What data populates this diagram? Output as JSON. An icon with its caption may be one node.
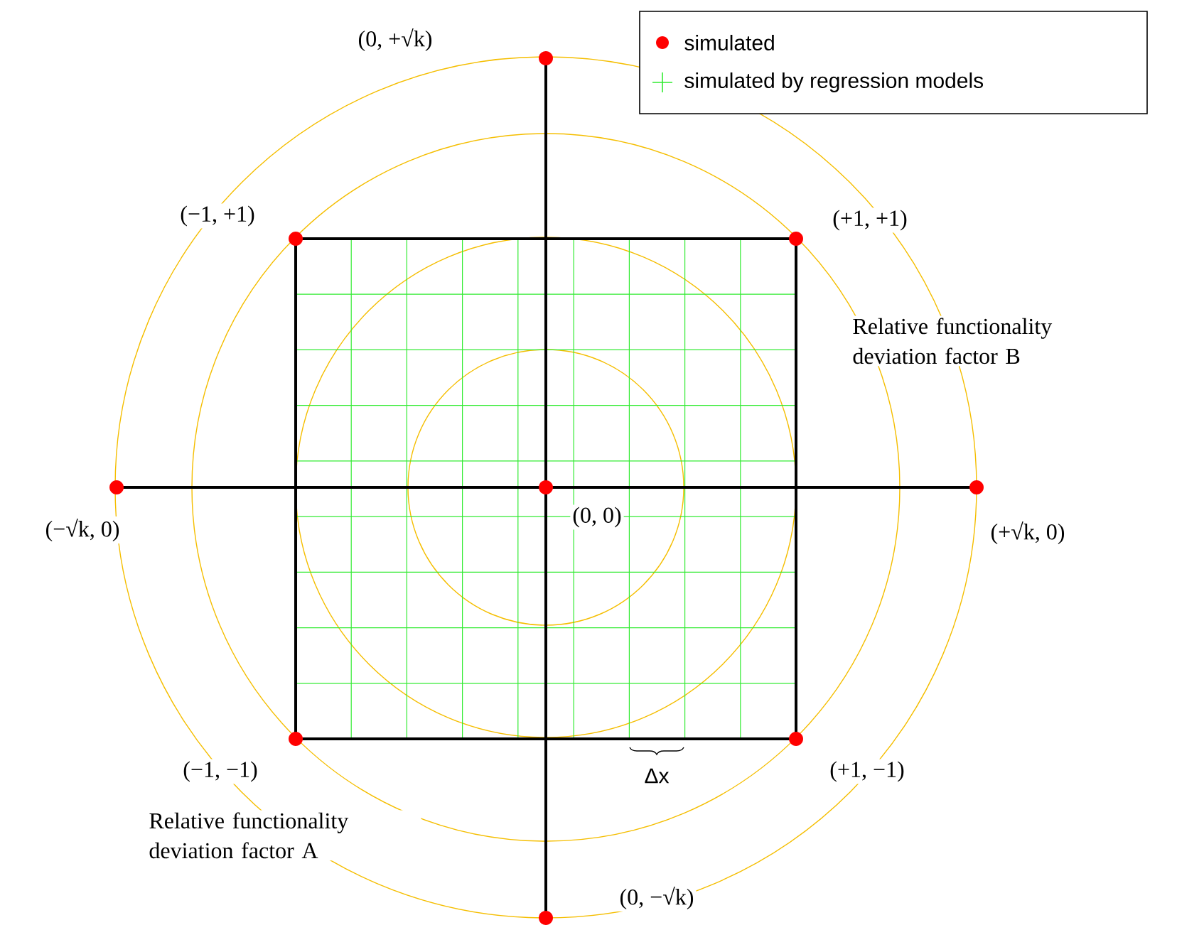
{
  "diagram": {
    "labels": [
      "(0, +√k)",
      "(−1, +1)",
      "(+1, +1)",
      "Relative functionality deviation factor B",
      "(−√k, 0)",
      "(0, 0)",
      "(+√k, 0)",
      "(−1, −1)",
      "Δx",
      "(+1, −1)",
      "Relative functionality deviation factor A",
      "(0, −√k)"
    ],
    "legend": [
      {
        "text": "simulated",
        "color": "#ff0000"
      },
      {
        "text": "simulated by regression models"
      }
    ]
  }
}
